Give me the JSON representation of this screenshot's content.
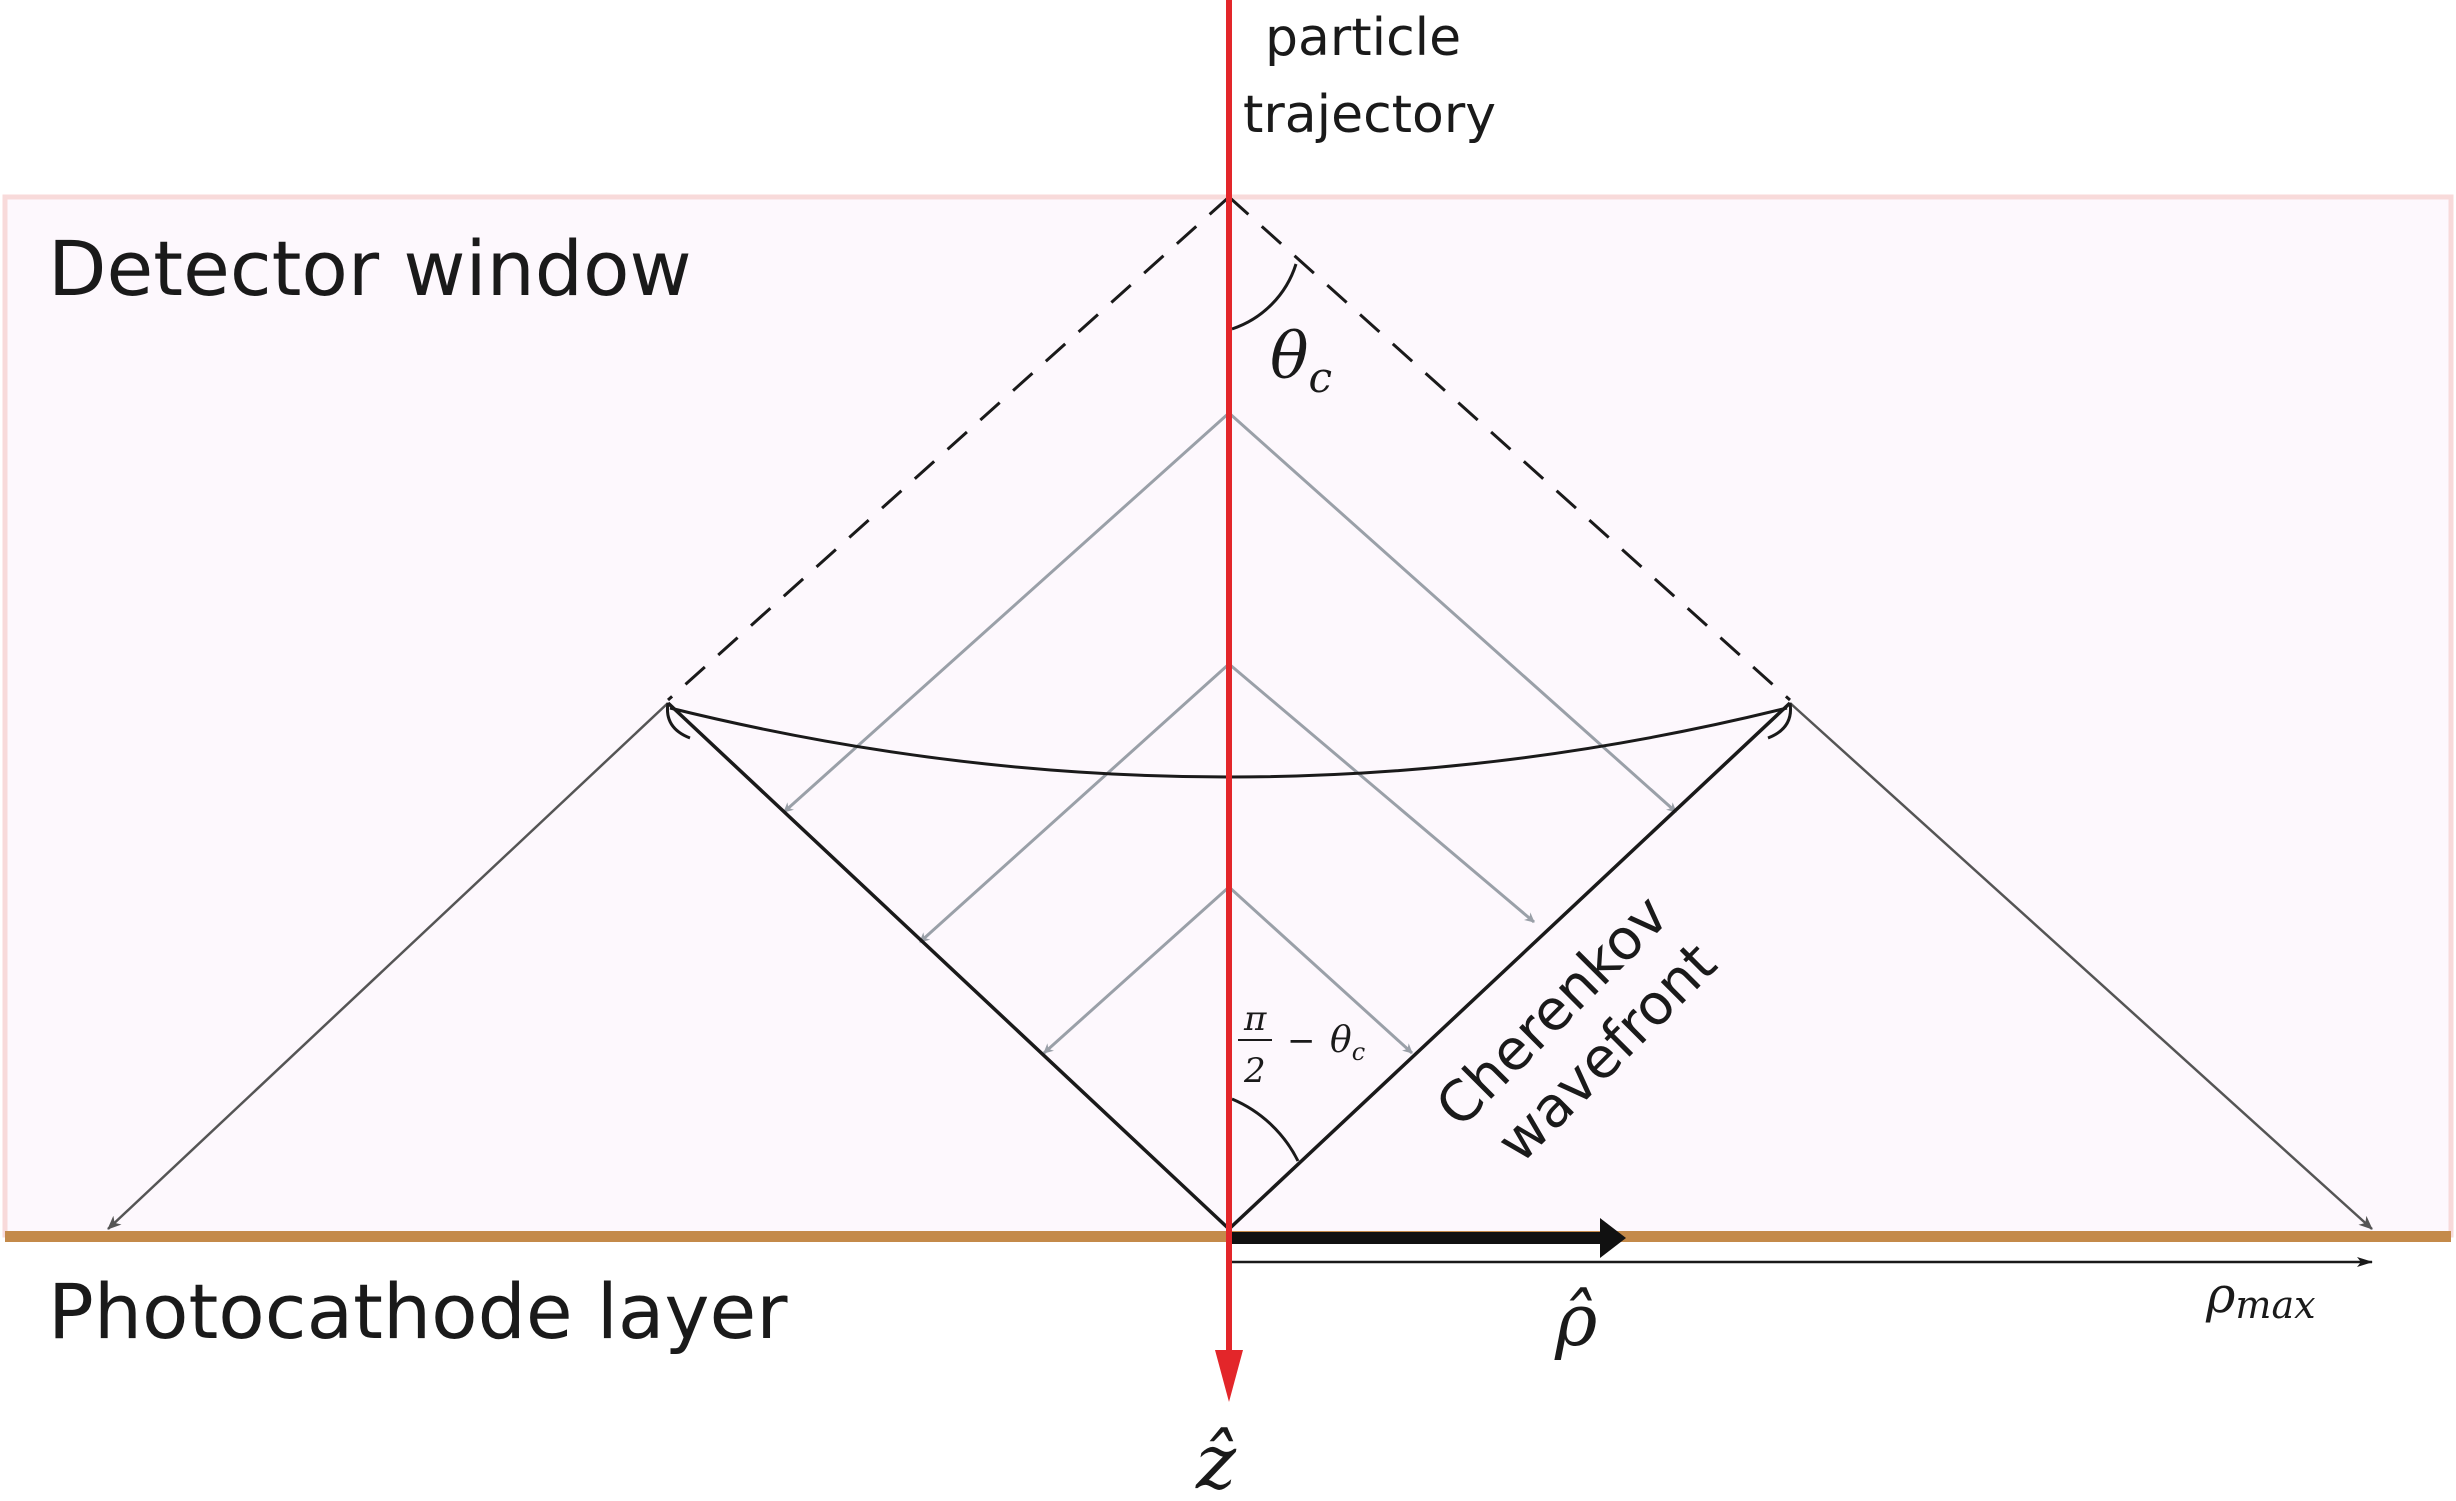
{
  "labels": {
    "trajectory_line1": "particle",
    "trajectory_line2": "trajectory",
    "window": "Detector window",
    "photocathode": "Photocathode layer",
    "wavefront_line1": "Cherenkov",
    "wavefront_line2": "wavefront",
    "theta": "θ",
    "theta_sub": "c",
    "angle_pi": "π",
    "angle_two": "2",
    "angle_minus": "−",
    "z_hat": "ẑ",
    "rho_hat": "ρ̂",
    "rho_max": "ρ",
    "rho_max_sub": "max"
  },
  "colors": {
    "window_fill": "#fdf8fd",
    "window_border": "#f8dada",
    "photocathode": "#c48a4a",
    "trajectory": "#e3262a",
    "wavefront": "#1a1a1a",
    "ray": "#9aa0a8",
    "outer_ray": "#555555"
  }
}
